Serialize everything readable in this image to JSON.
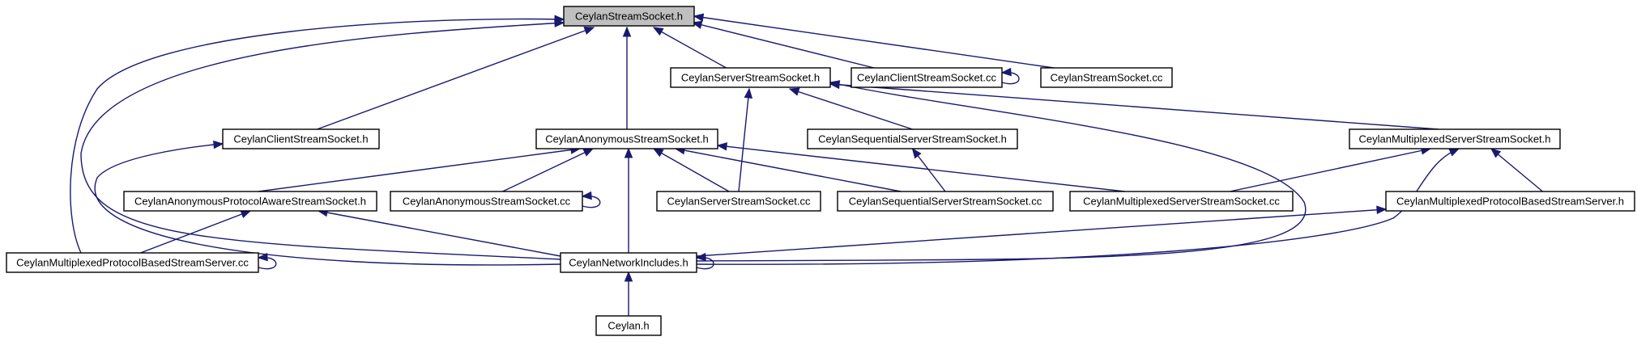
{
  "graph": {
    "nodes": [
      {
        "id": "n0",
        "label": "CeylanStreamSocket.h",
        "root": true
      },
      {
        "id": "n1",
        "label": "CeylanServerStreamSocket.h"
      },
      {
        "id": "n2",
        "label": "CeylanClientStreamSocket.cc"
      },
      {
        "id": "n3",
        "label": "CeylanStreamSocket.cc"
      },
      {
        "id": "n4",
        "label": "CeylanClientStreamSocket.h"
      },
      {
        "id": "n5",
        "label": "CeylanAnonymousStreamSocket.h"
      },
      {
        "id": "n6",
        "label": "CeylanSequentialServerStreamSocket.h"
      },
      {
        "id": "n7",
        "label": "CeylanMultiplexedServerStreamSocket.h"
      },
      {
        "id": "n8",
        "label": "CeylanAnonymousProtocolAwareStreamSocket.h"
      },
      {
        "id": "n9",
        "label": "CeylanAnonymousStreamSocket.cc"
      },
      {
        "id": "n10",
        "label": "CeylanServerStreamSocket.cc"
      },
      {
        "id": "n11",
        "label": "CeylanSequentialServerStreamSocket.cc"
      },
      {
        "id": "n12",
        "label": "CeylanMultiplexedServerStreamSocket.cc"
      },
      {
        "id": "n13",
        "label": "CeylanMultiplexedProtocolBasedStreamServer.h"
      },
      {
        "id": "n14",
        "label": "CeylanMultiplexedProtocolBasedStreamServer.cc"
      },
      {
        "id": "n15",
        "label": "CeylanNetworkIncludes.h"
      },
      {
        "id": "n16",
        "label": "Ceylan.h"
      }
    ],
    "edges": [
      {
        "from": "n1",
        "to": "n0"
      },
      {
        "from": "n2",
        "to": "n0"
      },
      {
        "from": "n3",
        "to": "n0"
      },
      {
        "from": "n4",
        "to": "n0"
      },
      {
        "from": "n5",
        "to": "n0"
      },
      {
        "from": "n14",
        "to": "n0"
      },
      {
        "from": "n15",
        "to": "n0"
      },
      {
        "from": "n2",
        "to": "n2"
      },
      {
        "from": "n6",
        "to": "n1"
      },
      {
        "from": "n7",
        "to": "n1"
      },
      {
        "from": "n10",
        "to": "n1"
      },
      {
        "from": "n15",
        "to": "n1"
      },
      {
        "from": "n15",
        "to": "n4"
      },
      {
        "from": "n8",
        "to": "n5"
      },
      {
        "from": "n9",
        "to": "n5"
      },
      {
        "from": "n10",
        "to": "n5"
      },
      {
        "from": "n11",
        "to": "n5"
      },
      {
        "from": "n12",
        "to": "n5"
      },
      {
        "from": "n15",
        "to": "n5"
      },
      {
        "from": "n11",
        "to": "n6"
      },
      {
        "from": "n12",
        "to": "n7"
      },
      {
        "from": "n13",
        "to": "n7"
      },
      {
        "from": "n15",
        "to": "n7"
      },
      {
        "from": "n9",
        "to": "n9"
      },
      {
        "from": "n14",
        "to": "n8"
      },
      {
        "from": "n15",
        "to": "n8"
      },
      {
        "from": "n15",
        "to": "n13"
      },
      {
        "from": "n14",
        "to": "n14"
      },
      {
        "from": "n15",
        "to": "n15"
      },
      {
        "from": "n16",
        "to": "n15"
      }
    ]
  },
  "colors": {
    "edge": "#191970",
    "node_border": "#000000",
    "node_fill": "#ffffff",
    "root_fill": "#bfbfbf"
  }
}
